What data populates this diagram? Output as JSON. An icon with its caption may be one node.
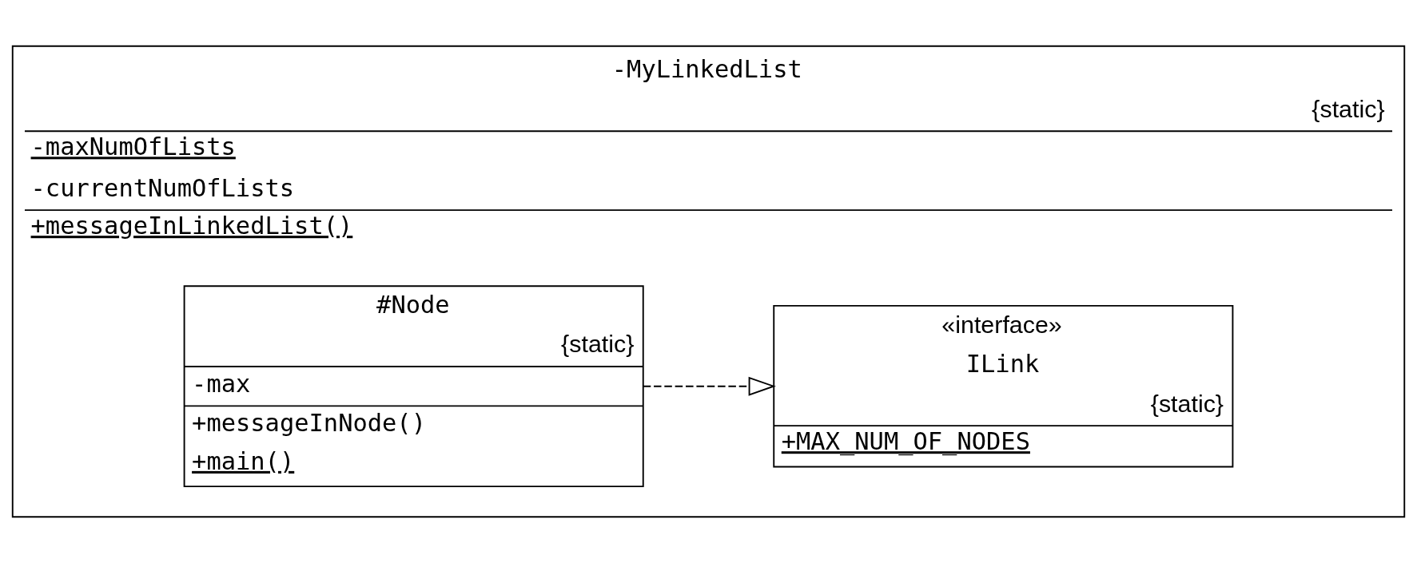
{
  "diagram": {
    "nodes": [
      {
        "text": [
          "-MyLinkedList",
          "{static}",
          "-maxNumOfLists",
          "-currentNumOfLists",
          "+messageInLinkedList()"
        ]
      },
      {
        "text": [
          "#Node",
          "{static}",
          "-max",
          "+messageInNode()",
          "+main()"
        ],
        "in": 0
      },
      {
        "text": [
          "«interface»",
          "ILink",
          "{static}",
          "+MAX_NUM_OF_NODES"
        ],
        "in": 0
      }
    ],
    "edges": [
      {
        "from": 1,
        "to": 2,
        "arrow": "to",
        "style": "dashed"
      }
    ]
  }
}
